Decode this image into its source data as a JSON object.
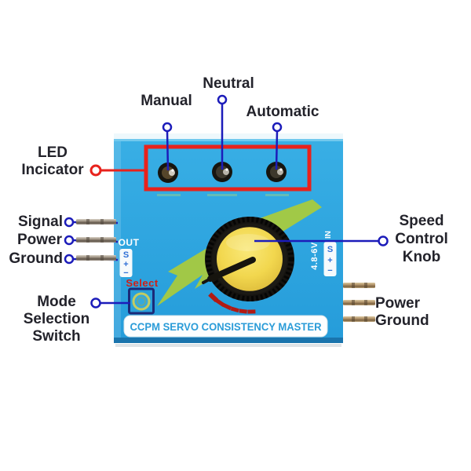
{
  "callouts": {
    "manual": {
      "label": "Manual"
    },
    "neutral": {
      "label": "Neutral"
    },
    "automatic": {
      "label": "Automatic"
    },
    "led_indicator": {
      "line1": "LED",
      "line2": "Incicator"
    },
    "signal": {
      "label": "Signal"
    },
    "power": {
      "label": "Power"
    },
    "ground": {
      "label": "Ground"
    },
    "mode_switch": {
      "line1": "Mode",
      "line2": "Selection",
      "line3": "Switch"
    },
    "speed_knob": {
      "line1": "Speed",
      "line2": "Control",
      "line3": "Knob"
    },
    "power_ground": {
      "line1": "Power",
      "line2": "Ground"
    }
  },
  "device": {
    "out_label": "OUT",
    "in_label": "IN",
    "voltage_label": "4.8-6V",
    "select_label": "Select",
    "pin_labels": [
      "S",
      "+",
      "−"
    ],
    "name_plate": "CCPM SERVO CONSISTENCY MASTER"
  },
  "colors": {
    "device_blue": "#2ba6e2",
    "callout_blue": "#1c1cba",
    "annotation_red": "#e8221c",
    "bolt_green": "#a8ca3e",
    "knob_yellow": "#f2d74e",
    "plate_text_blue": "#2b9cd8",
    "select_red": "#d01f16",
    "label_text": "#23232b"
  }
}
